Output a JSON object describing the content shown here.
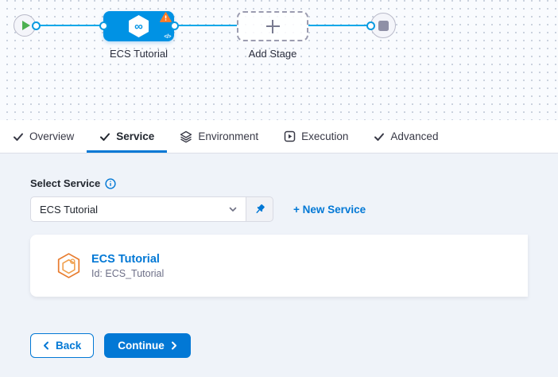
{
  "graph": {
    "stage_label": "ECS Tutorial",
    "add_stage_label": "Add Stage",
    "infinity_glyph": "∞",
    "code_icon_glyph": "</>"
  },
  "tabs": [
    {
      "label": "Overview",
      "icon": "check-icon",
      "active": false
    },
    {
      "label": "Service",
      "icon": "check-icon",
      "active": true
    },
    {
      "label": "Environment",
      "icon": "environment-icon",
      "active": false
    },
    {
      "label": "Execution",
      "icon": "execution-icon",
      "active": false
    },
    {
      "label": "Advanced",
      "icon": "check-icon",
      "active": false
    }
  ],
  "form": {
    "select_service_label": "Select Service",
    "selected_service": "ECS Tutorial",
    "new_service_label": "+ New Service"
  },
  "card": {
    "title": "ECS Tutorial",
    "id_text": "Id: ECS_Tutorial"
  },
  "footer": {
    "back_label": "Back",
    "continue_label": "Continue"
  },
  "colors": {
    "primary": "#0278d5",
    "node_blue": "#0092e4",
    "edge_blue": "#0da8e9",
    "warning_orange": "#ff7b26",
    "success_green": "#4caf50",
    "content_bg": "#eff3f9"
  }
}
